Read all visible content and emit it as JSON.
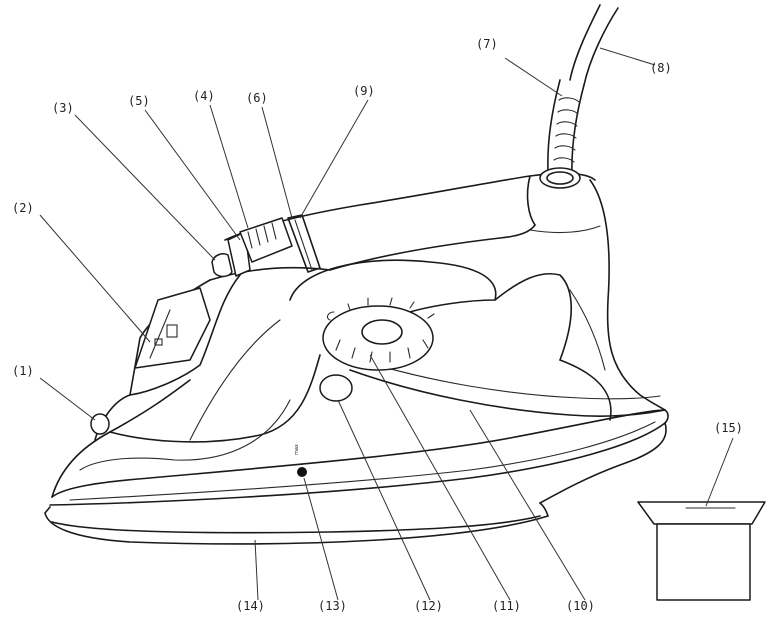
{
  "callouts": {
    "c1": "(1)",
    "c2": "(2)",
    "c3": "(3)",
    "c4": "(4)",
    "c5": "(5)",
    "c6": "(6)",
    "c7": "(7)",
    "c8": "(8)",
    "c9": "(9)",
    "c10": "(10)",
    "c11": "(11)",
    "c12": "(12)",
    "c13": "(13)",
    "c14": "(14)",
    "c15": "(15)"
  },
  "max_mark": "max",
  "colors": {
    "line": "#1a1a1a",
    "background": "#ffffff"
  }
}
